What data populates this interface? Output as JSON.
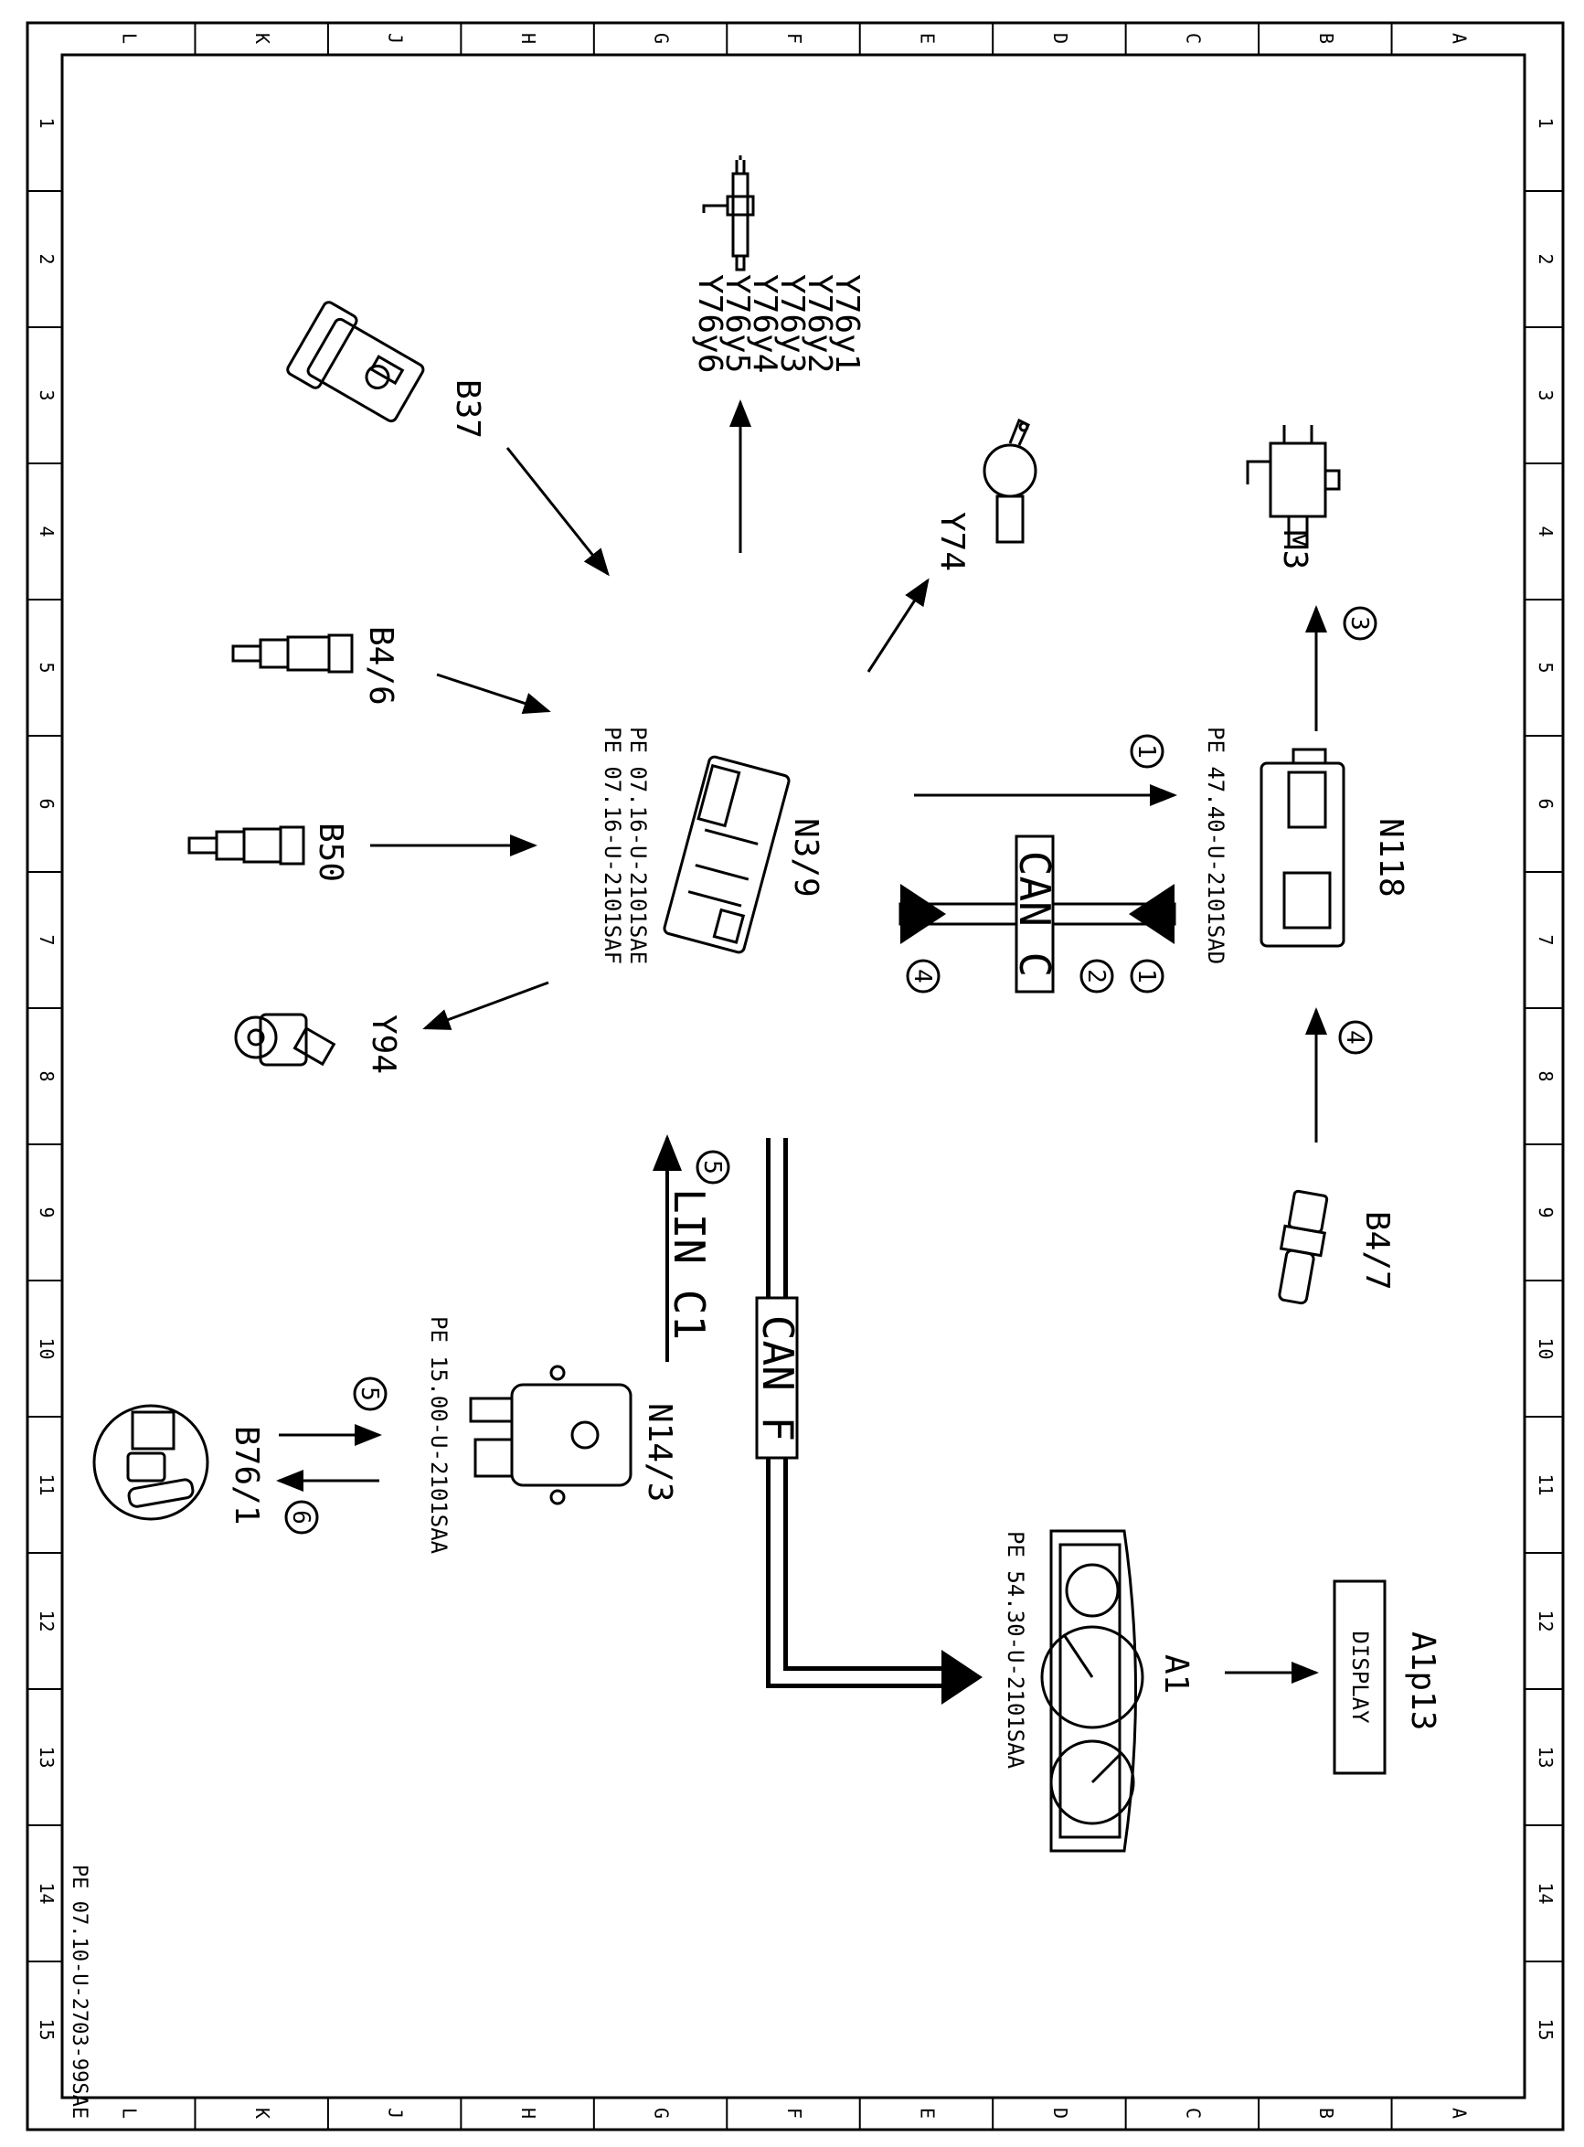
{
  "border": {
    "columns": [
      "L",
      "K",
      "J",
      "H",
      "G",
      "F",
      "E",
      "D",
      "C",
      "B",
      "A"
    ],
    "rows": [
      "1",
      "2",
      "3",
      "4",
      "5",
      "6",
      "7",
      "8",
      "9",
      "10",
      "11",
      "12",
      "13",
      "14",
      "15"
    ]
  },
  "footer_code": "PE 07.10-U-2703-99SAE",
  "components": {
    "y76": {
      "label_lines": [
        "Y76y1",
        "Y76y2",
        "Y76y3",
        "Y76y4",
        "Y76y5",
        "Y76y6"
      ]
    },
    "b37": {
      "label": "B37"
    },
    "y74": {
      "label": "Y74"
    },
    "m3": {
      "label": "M3"
    },
    "b46": {
      "label": "B4/6"
    },
    "b50": {
      "label": "B50"
    },
    "y94": {
      "label": "Y94"
    },
    "n39": {
      "label": "N3/9",
      "refs": [
        "PE 07.16-U-2101SAE",
        "PE 07.16-U-2101SAF"
      ]
    },
    "n118": {
      "label": "N118",
      "refs": [
        "PE 47.40-U-2101SAD"
      ]
    },
    "b47": {
      "label": "B4/7"
    },
    "n143": {
      "label": "N14/3",
      "refs": [
        "PE 15.00-U-2101SAA"
      ]
    },
    "b761": {
      "label": "B76/1"
    },
    "a1": {
      "label": "A1",
      "refs": [
        "PE 54.30-U-2101SAA"
      ]
    },
    "a1p13": {
      "label": "A1p13",
      "display_text": "DISPLAY"
    }
  },
  "buses": {
    "can_c": "CAN C",
    "can_f": "CAN F",
    "lin_c1": "LIN C1"
  },
  "signal_numbers": {
    "n39_to_n118": "1",
    "canc_1": "1",
    "canc_2": "2",
    "canc_4": "4",
    "n118_to_m3": "3",
    "b47_to_n118": "4",
    "lin": "5",
    "b761_in": "5",
    "b761_out": "6"
  }
}
